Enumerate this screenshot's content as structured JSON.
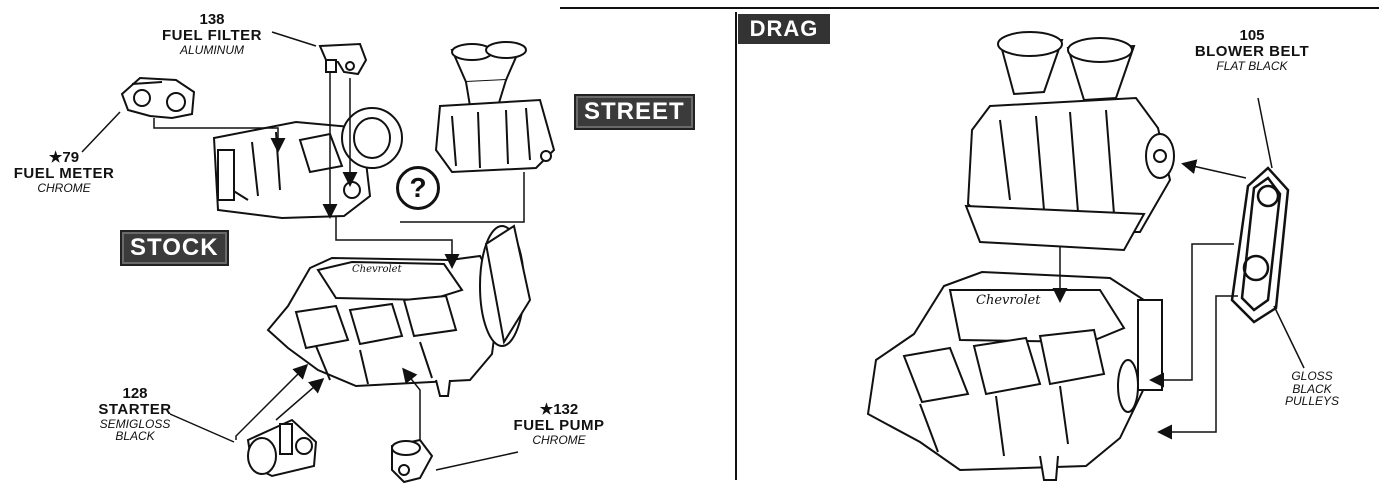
{
  "left_panel": {
    "fuel_filter": {
      "number": "138",
      "name": "FUEL FILTER",
      "finish": "ALUMINUM"
    },
    "fuel_meter": {
      "number": "★79",
      "name": "FUEL METER",
      "finish": "CHROME"
    },
    "starter": {
      "number": "128",
      "name": "STARTER",
      "finish_line1": "SEMIGLOSS",
      "finish_line2": "BLACK"
    },
    "fuel_pump": {
      "number": "★132",
      "name": "FUEL PUMP",
      "finish": "CHROME"
    },
    "badges": {
      "stock": "STOCK",
      "street": "STREET"
    },
    "question_mark": "?"
  },
  "right_panel": {
    "drag_badge": "DRAG",
    "blower_belt": {
      "number": "105",
      "name": "BLOWER BELT",
      "finish": "FLAT BLACK"
    },
    "pulleys": {
      "line1": "GLOSS",
      "line2": "BLACK",
      "line3": "PULLEYS"
    },
    "engine_script": "Chevrolet"
  }
}
